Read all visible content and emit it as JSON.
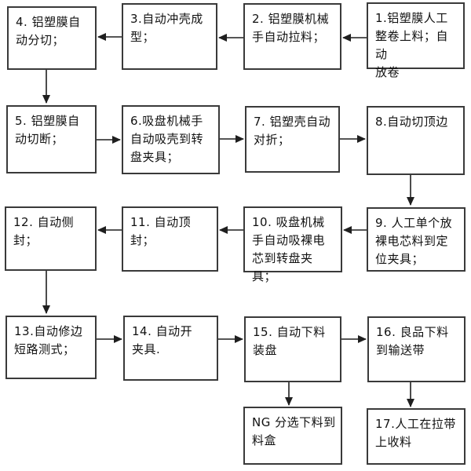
{
  "diagram": {
    "type": "flowchart",
    "description": "Pouch-cell packaging process flow diagram, 17 numbered steps plus NG sorting branch",
    "colors": {
      "background": "#ffffff",
      "box_border": "#3a3a3a",
      "connector": "#1f1f1f",
      "text": "#111111"
    },
    "boxes": [
      {
        "id": "step-1",
        "text": "1.铝塑膜人工\n整卷上料；自动\n放卷"
      },
      {
        "id": "step-2",
        "text": "2.  铝塑膜机械\n手自动拉料；"
      },
      {
        "id": "step-3",
        "text": "3.自动冲壳成\n型；"
      },
      {
        "id": "step-4",
        "text": "4.  铝塑膜自\n动分切；"
      },
      {
        "id": "step-5",
        "text": "5.  铝塑膜自\n动切断；"
      },
      {
        "id": "step-6",
        "text": "6.吸盘机械手\n自动吸壳到转\n盘夹具；"
      },
      {
        "id": "step-7",
        "text": "7.  铝塑壳自动\n对折；"
      },
      {
        "id": "step-8",
        "text": "8.自动切顶边"
      },
      {
        "id": "step-9",
        "text": "9.  人工单个放\n裸电芯料到定\n位夹具；"
      },
      {
        "id": "step-10",
        "text": "10.  吸盘机械\n手自动吸裸电\n芯到转盘夹具；"
      },
      {
        "id": "step-11",
        "text": "11. 自动顶封；"
      },
      {
        "id": "step-12",
        "text": "12. 自动侧封；"
      },
      {
        "id": "step-13",
        "text": "13.自动修边\n短路测式；"
      },
      {
        "id": "step-14",
        "text": "14. 自动开\n夹具."
      },
      {
        "id": "step-15",
        "text": "15.  自动下料\n装盘"
      },
      {
        "id": "step-16",
        "text": "16.  良品下料\n到输送带"
      },
      {
        "id": "step-17",
        "text": "17.人工在拉带\n上收料"
      },
      {
        "id": "ng",
        "text": "NG 分选下料到\n料盒"
      }
    ],
    "flow": [
      {
        "from": "step-1",
        "to": "step-2"
      },
      {
        "from": "step-2",
        "to": "step-3"
      },
      {
        "from": "step-3",
        "to": "step-4"
      },
      {
        "from": "step-4",
        "to": "step-5"
      },
      {
        "from": "step-5",
        "to": "step-6"
      },
      {
        "from": "step-6",
        "to": "step-7"
      },
      {
        "from": "step-7",
        "to": "step-8"
      },
      {
        "from": "step-8",
        "to": "step-9"
      },
      {
        "from": "step-9",
        "to": "step-10"
      },
      {
        "from": "step-10",
        "to": "step-11"
      },
      {
        "from": "step-11",
        "to": "step-12"
      },
      {
        "from": "step-12",
        "to": "step-13"
      },
      {
        "from": "step-13",
        "to": "step-14"
      },
      {
        "from": "step-14",
        "to": "step-15"
      },
      {
        "from": "step-15",
        "to": "step-16"
      },
      {
        "from": "step-15",
        "to": "ng"
      },
      {
        "from": "step-16",
        "to": "step-17"
      }
    ]
  }
}
